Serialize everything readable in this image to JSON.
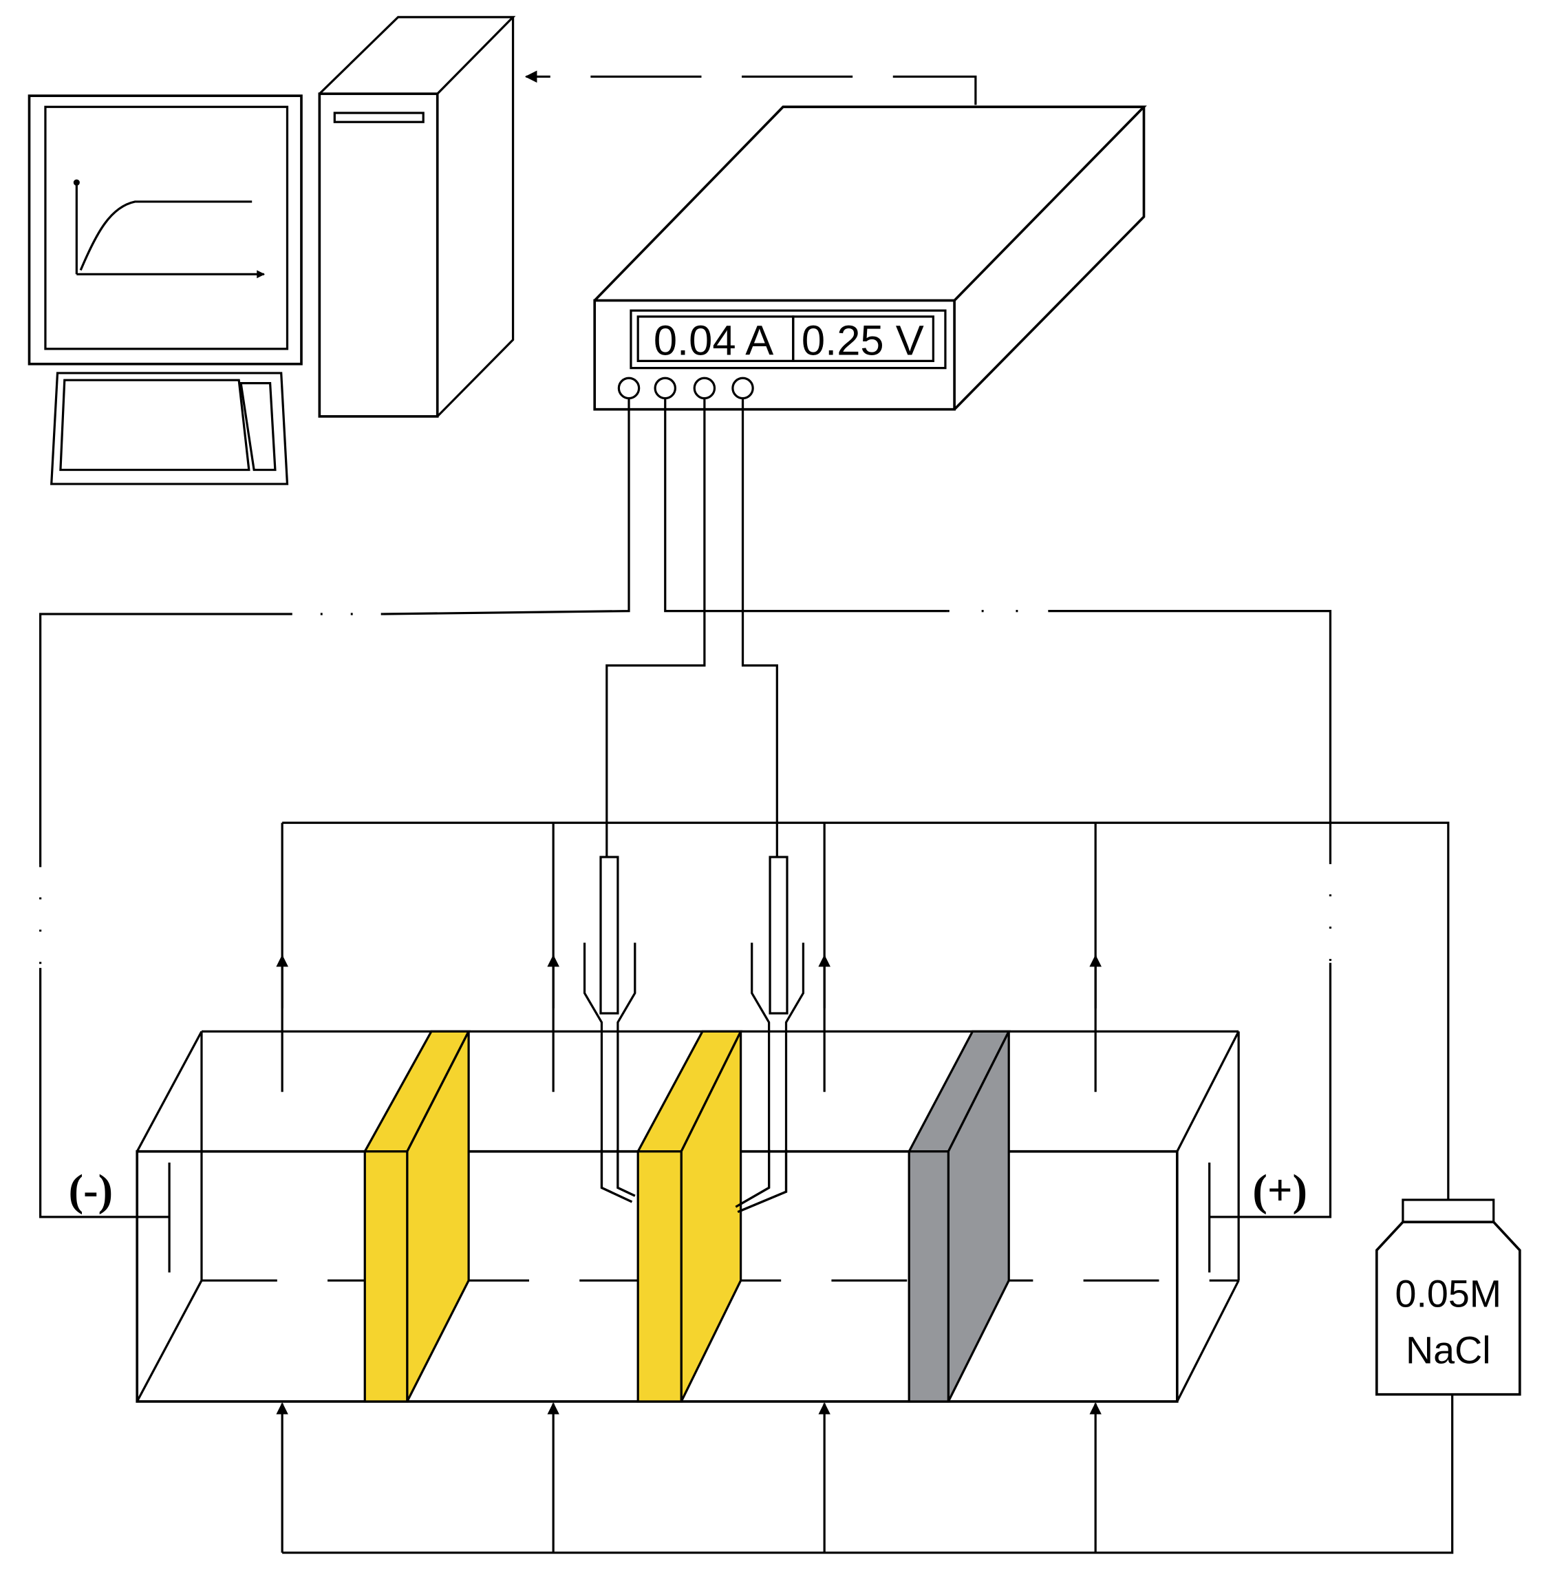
{
  "meter": {
    "current": "0.04 A",
    "voltage": "0.25 V"
  },
  "electrodes": {
    "cathode_sign": "(-)",
    "anode_sign": "(+)"
  },
  "reservoir": {
    "line1": "0.05M",
    "line2": "NaCl"
  },
  "colors": {
    "membrane_yellow": "#f5d42e",
    "membrane_gray": "#95979b",
    "line": "#000000"
  }
}
